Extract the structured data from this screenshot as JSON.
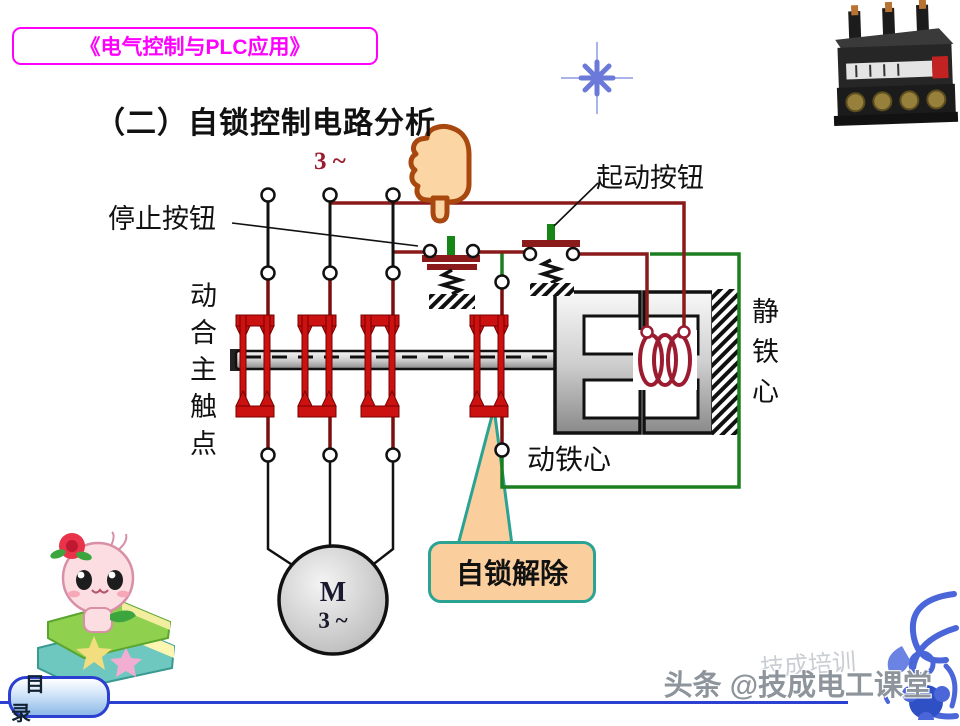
{
  "header": {
    "course_title": "《电气控制与PLC应用》"
  },
  "slide": {
    "section_title": "（二）自锁控制电路分析"
  },
  "diagram": {
    "supply_label": "3 ~",
    "stop_button_label": "停止按钮",
    "start_button_label": "起动按钮",
    "main_contacts_label": "动合主触点",
    "static_core_label": "静铁心",
    "moving_core_label": "动铁心",
    "callout_text": "自锁解除",
    "motor_letter": "M",
    "motor_phase": "3 ~",
    "icons": {
      "hand": "hand-pointing-down-icon",
      "sparkle": "sparkle-icon",
      "relay_photo": "thermal-overload-relay-photo",
      "mascot": "pink-mascot-on-books",
      "ornament": "blue-floral-ornament"
    },
    "colors": {
      "wire_red": "#8B1A1A",
      "contact_red": "#CC1111",
      "wire_green": "#1B7E20",
      "callout_fill": "#FBCE9E",
      "callout_border": "#2BA393",
      "supply_label_color": "#9B1B30"
    }
  },
  "footer": {
    "toc_label": "目 录",
    "watermark": "头条 @技成电工课堂",
    "watermark_faint": "技成培训",
    "line_color": "#2B3FD0",
    "header_magenta": "#FF00FF"
  }
}
